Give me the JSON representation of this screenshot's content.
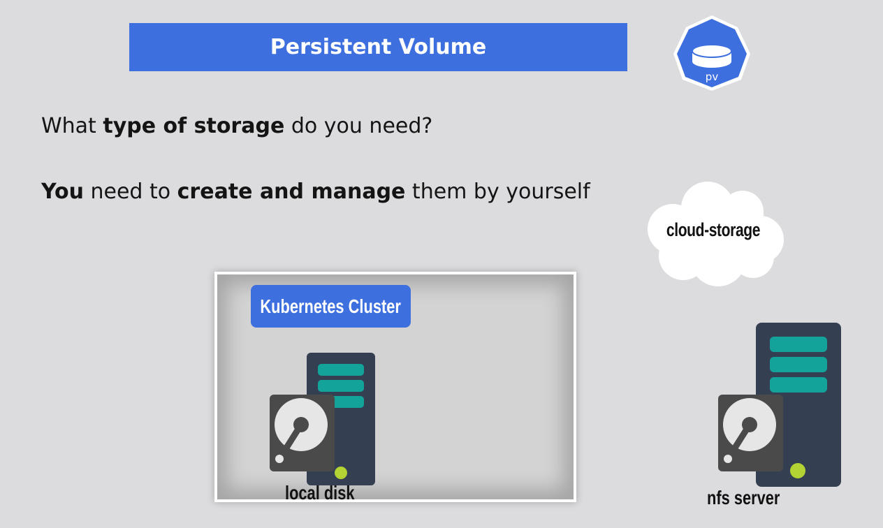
{
  "title": "Persistent Volume",
  "pv_icon": {
    "label": "pv",
    "color": "#3d6fdf"
  },
  "question": {
    "prefix": "What ",
    "bold": "type of storage",
    "suffix": " do you need?"
  },
  "statement": {
    "bold1": "You",
    "mid": " need to ",
    "bold2": "create and manage",
    "suffix": " them by yourself"
  },
  "cloud": {
    "label": "cloud-storage"
  },
  "cluster": {
    "label": "Kubernetes Cluster"
  },
  "local_disk": {
    "label": "local disk"
  },
  "nfs_server": {
    "label": "nfs server"
  },
  "colors": {
    "accent": "#3d6fdf",
    "server_body": "#344051",
    "server_slot": "#14a39a",
    "power_led": "#b3d335",
    "disk": "#4a4a4a",
    "background": "#dcdcde"
  }
}
